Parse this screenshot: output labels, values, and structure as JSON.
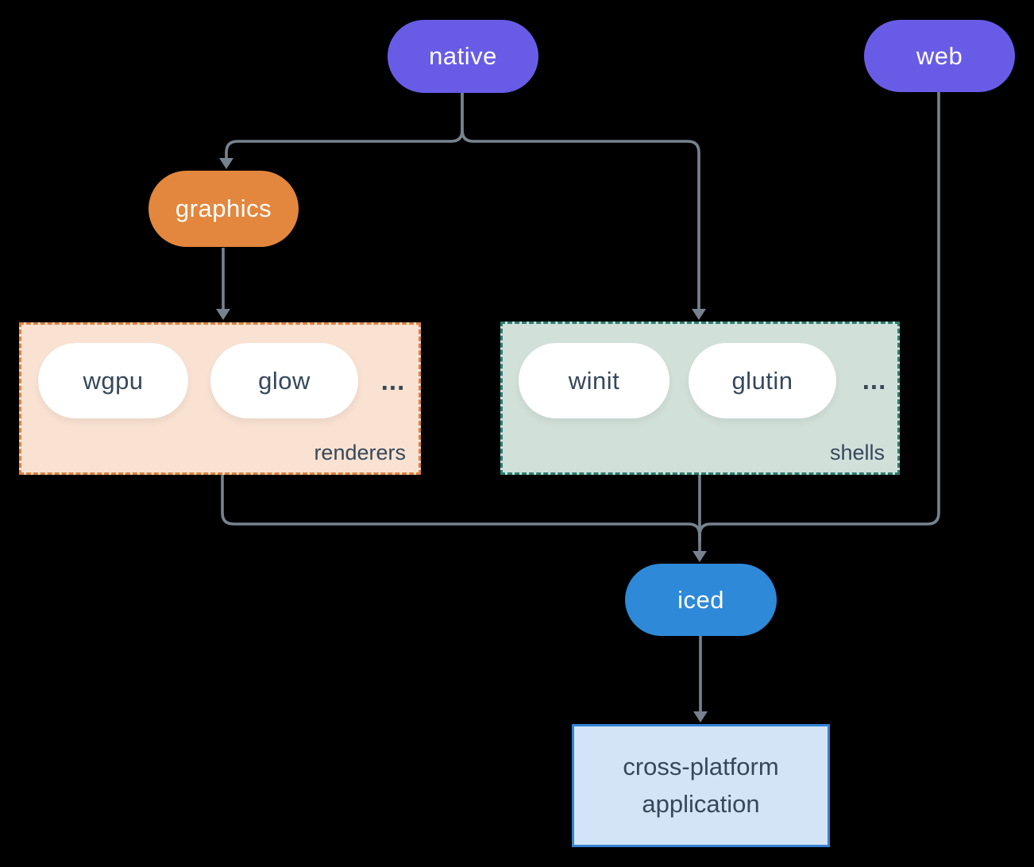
{
  "colors": {
    "bg": "#000000",
    "connector": "#76838f",
    "purple": "#685ce7",
    "orange": "#e2873d",
    "blue": "#2e89d8",
    "dark_text": "#36485a",
    "pill_text": "#ffffff",
    "white_pill": "#ffffff",
    "renderers_fill": "#f9e2d2",
    "renderers_border": "#e0813b",
    "shells_fill": "#d2e0da",
    "shells_border": "#2a7f6f",
    "app_fill": "#d3e4f6",
    "app_border": "#3584d6"
  },
  "nodes": {
    "native": {
      "label": "native"
    },
    "web": {
      "label": "web"
    },
    "graphics": {
      "label": "graphics"
    },
    "iced": {
      "label": "iced"
    },
    "app": {
      "lines": [
        "cross-platform",
        "application"
      ]
    }
  },
  "groups": {
    "renderers": {
      "label": "renderers",
      "items": [
        "wgpu",
        "glow"
      ],
      "ellipsis": "..."
    },
    "shells": {
      "label": "shells",
      "items": [
        "winit",
        "glutin"
      ],
      "ellipsis": "..."
    }
  },
  "edges": [
    {
      "from": "native",
      "to": "graphics"
    },
    {
      "from": "native",
      "to": "shells"
    },
    {
      "from": "graphics",
      "to": "renderers"
    },
    {
      "from": "renderers",
      "to": "iced"
    },
    {
      "from": "shells",
      "to": "iced"
    },
    {
      "from": "web",
      "to": "iced"
    },
    {
      "from": "iced",
      "to": "app"
    }
  ]
}
